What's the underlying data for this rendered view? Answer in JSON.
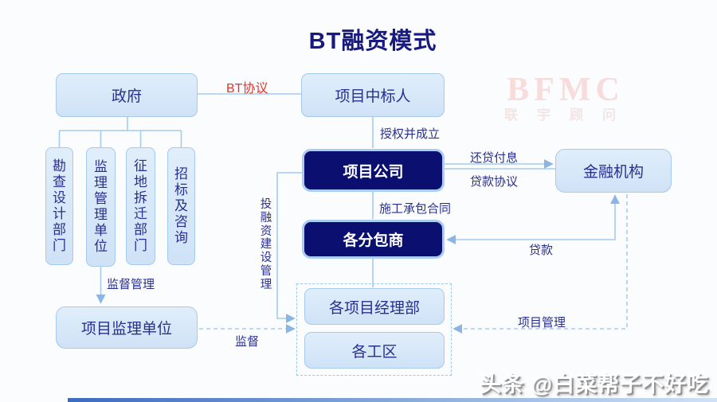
{
  "title": "BT融资模式",
  "nodes": {
    "government": "政府",
    "bid_winner": "项目中标人",
    "project_company": "项目公司",
    "subcontractors": "各分包商",
    "financial_institution": "金融机构",
    "dept_survey_design": "勘查设计部门",
    "dept_supervision_mgmt": "监理管理单位",
    "dept_land_demolition": "征地拆迁部门",
    "dept_bidding_consult": "招标及咨询",
    "project_supervision_unit": "项目监理单位",
    "project_manager_dept": "各项目经理部",
    "work_zones": "各工区"
  },
  "edge_labels": {
    "bt_agreement": "BT协议",
    "authorize_establish": "授权并成立",
    "repay_interest": "还贷付息",
    "loan_agreement": "贷款协议",
    "construction_contract": "施工承包合同",
    "loan": "贷款",
    "invest_finance_build_manage": "投融资建设管理",
    "supervise_manage": "监督管理",
    "supervise": "监督",
    "project_manage": "项目管理"
  },
  "watermarks": {
    "bfmc": "BFMC",
    "bfmc_sub": "联宇顾问",
    "toutiao": "头条 @白菜帮子不好吃"
  },
  "colors": {
    "title_navy": "#181a7e",
    "node_text_navy": "#2a2f8f",
    "light_node_fill": "#d6e7f8",
    "light_node_border": "#a6c9ec",
    "dark_node_fill": "#0b1070",
    "dark_node_glow": "#a9cdf3",
    "connector_blue": "#a5cbf0",
    "label_red": "#e63329",
    "watermark_pink": "#f8dcdc"
  }
}
